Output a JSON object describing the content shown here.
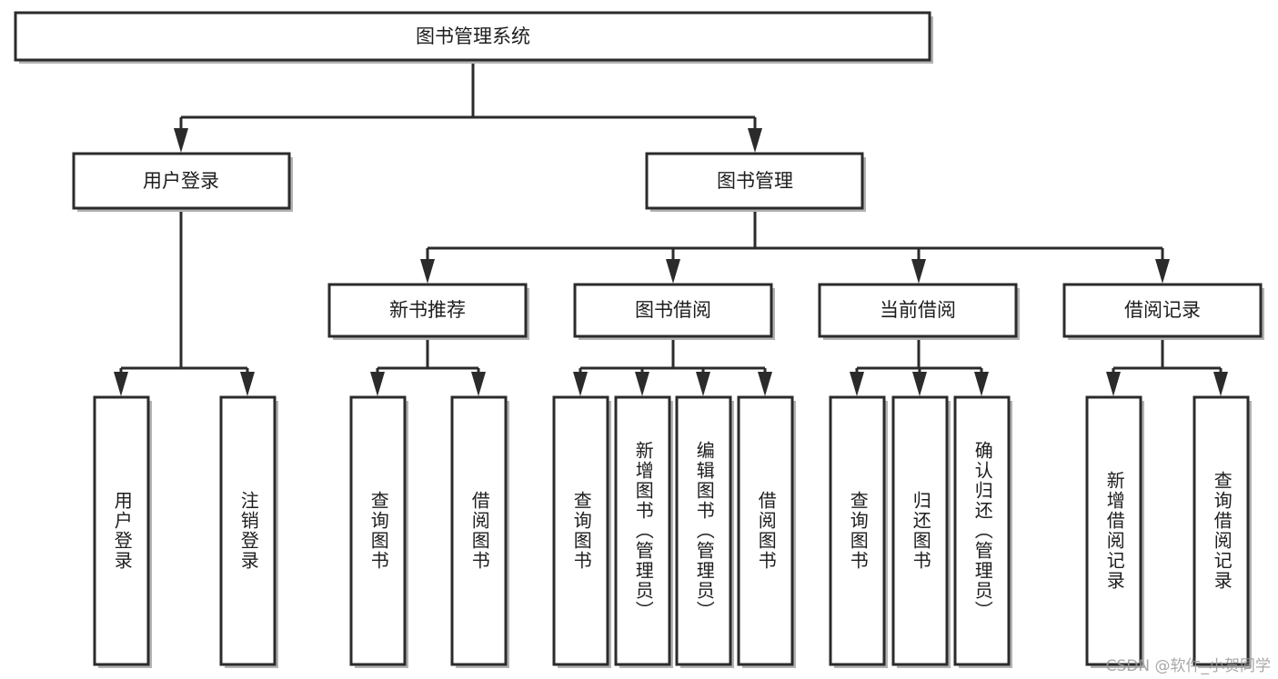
{
  "diagram": {
    "title": "图书管理系统",
    "type": "tree",
    "watermark": "CSDN @软件_小贺同学",
    "colors": {
      "box_stroke": "#2b2b2b",
      "box_fill": "#ffffff",
      "text": "#1d1d1d",
      "connector": "#2b2b2b",
      "shadow": "#b3b3b3",
      "watermark": "#9a9a9a",
      "background": "#ffffff"
    },
    "root": {
      "label": "图书管理系统"
    },
    "level1": [
      {
        "label": "用户登录"
      },
      {
        "label": "图书管理"
      }
    ],
    "level2": [
      {
        "label": "新书推荐"
      },
      {
        "label": "图书借阅"
      },
      {
        "label": "当前借阅"
      },
      {
        "label": "借阅记录"
      }
    ],
    "leaves": {
      "user_login": [
        {
          "label": "用户登录"
        },
        {
          "label": "注销登录"
        }
      ],
      "new_book_recommend": [
        {
          "label": "查询图书"
        },
        {
          "label": "借阅图书"
        }
      ],
      "book_borrow": [
        {
          "label": "查询图书"
        },
        {
          "label": "新增图书（管理员）"
        },
        {
          "label": "编辑图书（管理员）"
        },
        {
          "label": "借阅图书"
        }
      ],
      "current_borrow": [
        {
          "label": "查询图书"
        },
        {
          "label": "归还图书"
        },
        {
          "label": "确认归还（管理员）"
        }
      ],
      "borrow_records": [
        {
          "label": "新增借阅记录"
        },
        {
          "label": "查询借阅记录"
        }
      ]
    }
  }
}
